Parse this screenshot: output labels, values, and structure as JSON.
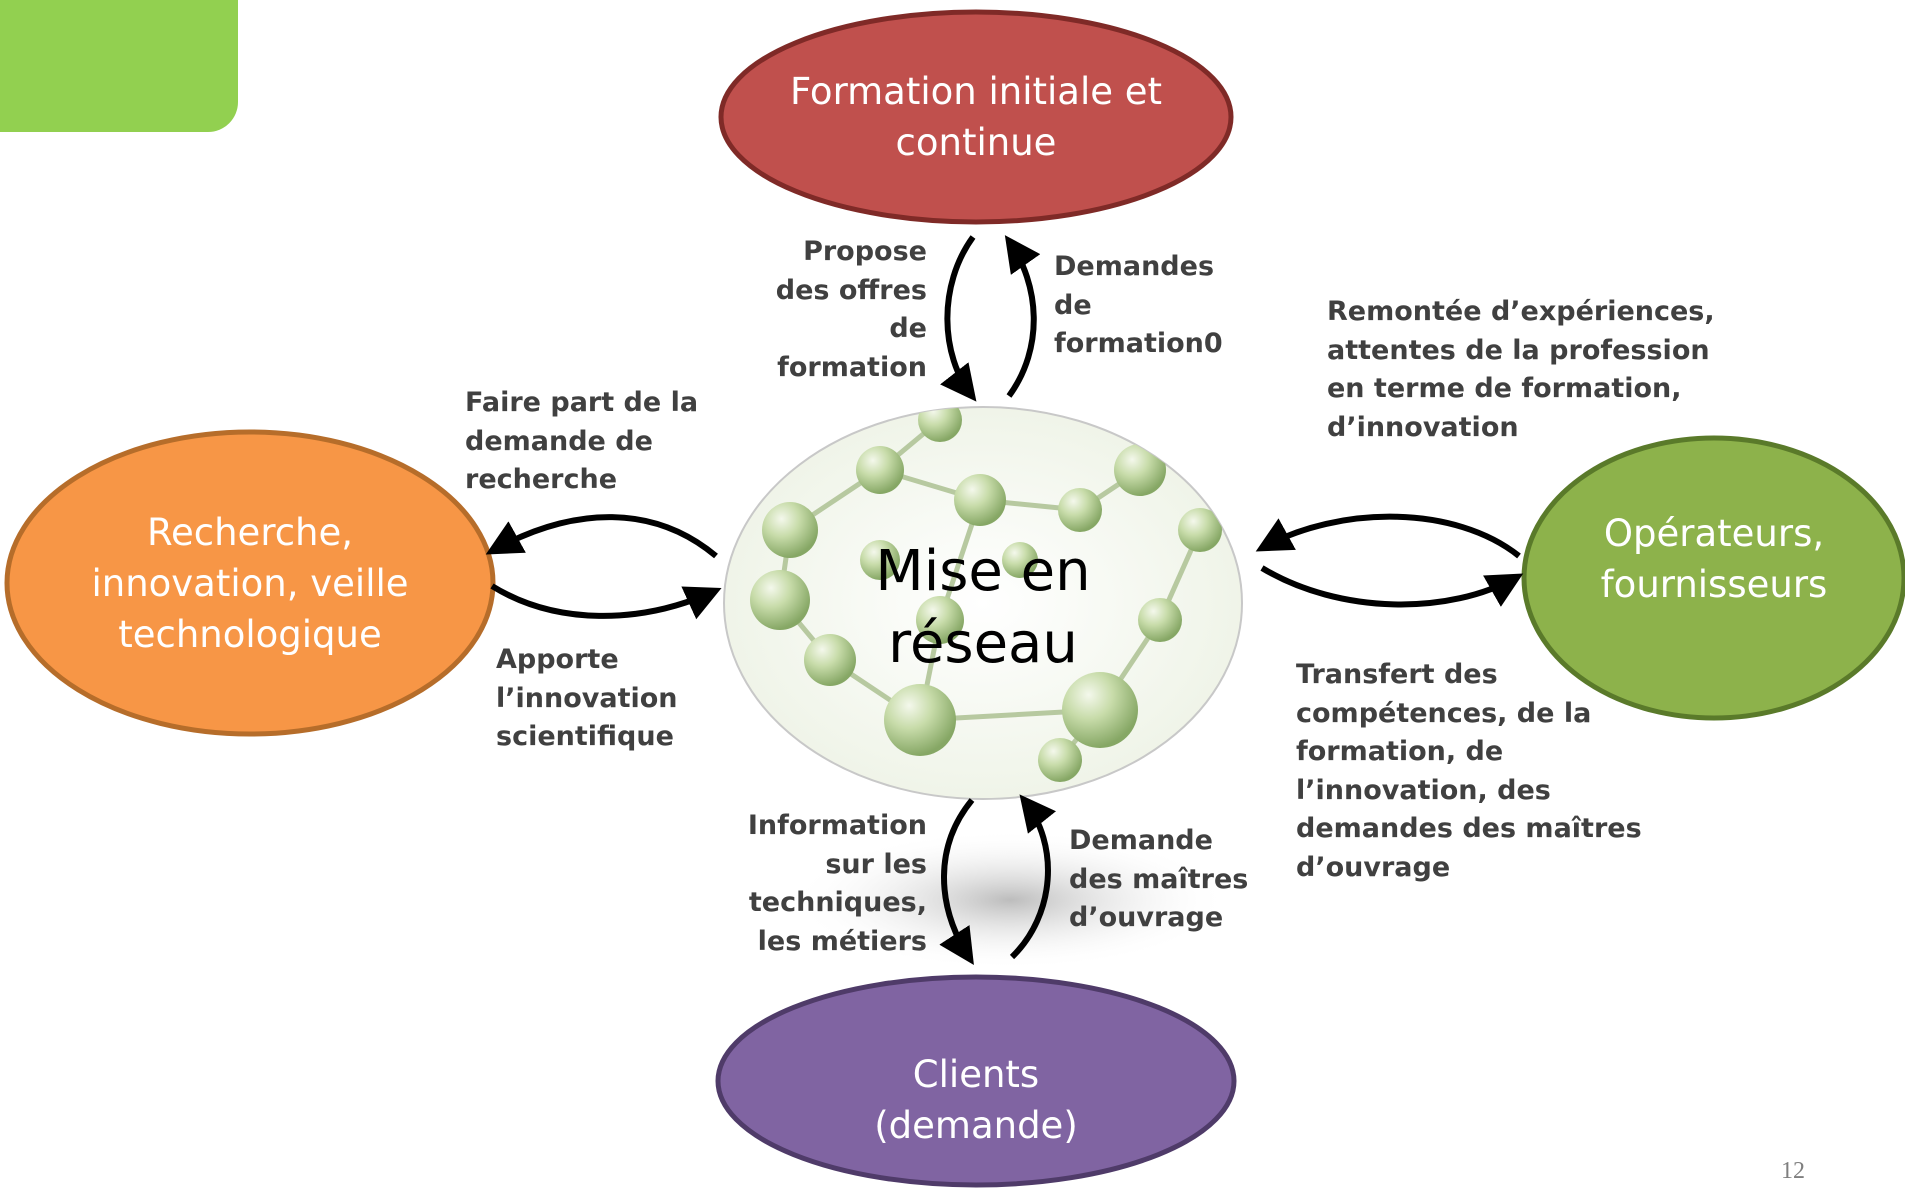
{
  "nodes": {
    "formation": {
      "label": "Formation initiale et continue",
      "color": "#c0504d"
    },
    "recherche": {
      "label": "Recherche, innovation, veille technologique",
      "color": "#f79646"
    },
    "operateurs": {
      "label": "Opérateurs, fournisseurs",
      "color": "#8db24b"
    },
    "clients": {
      "label": "Clients (demande)",
      "color": "#8064a2"
    },
    "center": {
      "label": "Mise en réseau"
    }
  },
  "flows": {
    "propose": "Propose des offres de formation",
    "demandes_formation": "Demandes de formation0",
    "faire_part": "Faire part de la demande de recherche",
    "apporte": "Apporte l’innovation scientifique",
    "remontee": "Remontée d’expériences, attentes de la profession en terme de formation, d’innovation",
    "transfert": "Transfert des compétences, de la formation, de l’innovation, des demandes des maîtres d’ouvrage",
    "information": "Information sur les techniques, les métiers",
    "demande_maitres": "Demande des maîtres d’ouvrage"
  },
  "page_number": "12",
  "accent_color": "#92d050"
}
